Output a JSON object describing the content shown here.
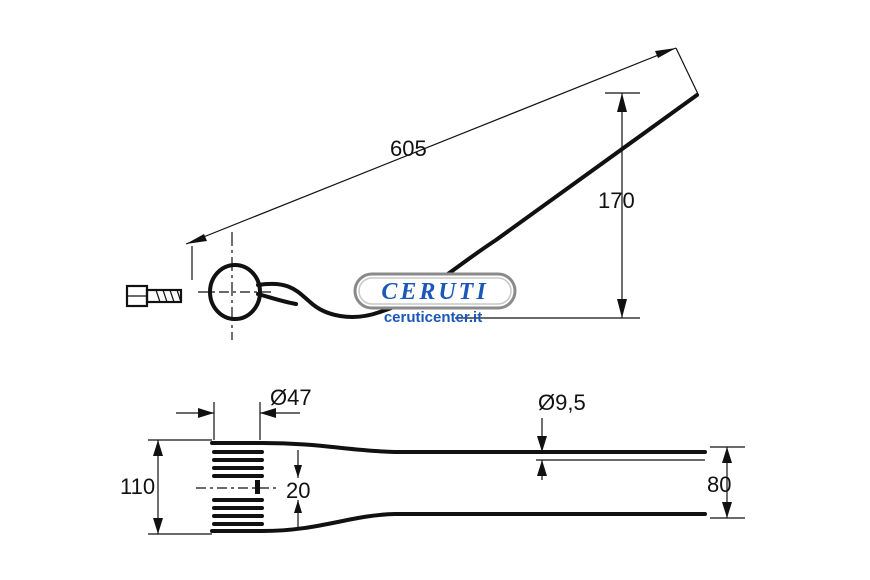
{
  "dimensions": {
    "length": "605",
    "height": "170",
    "coil_diameter": "Ø47",
    "wire_diameter": "Ø9,5",
    "overall_width": "110",
    "coil_gap": "20",
    "tine_spacing": "80"
  },
  "logo": {
    "brand": "CERUTI",
    "url": "ceruticenter.it"
  },
  "colors": {
    "line": "#111111",
    "logo_blue": "#1b57b8",
    "background": "#ffffff"
  }
}
